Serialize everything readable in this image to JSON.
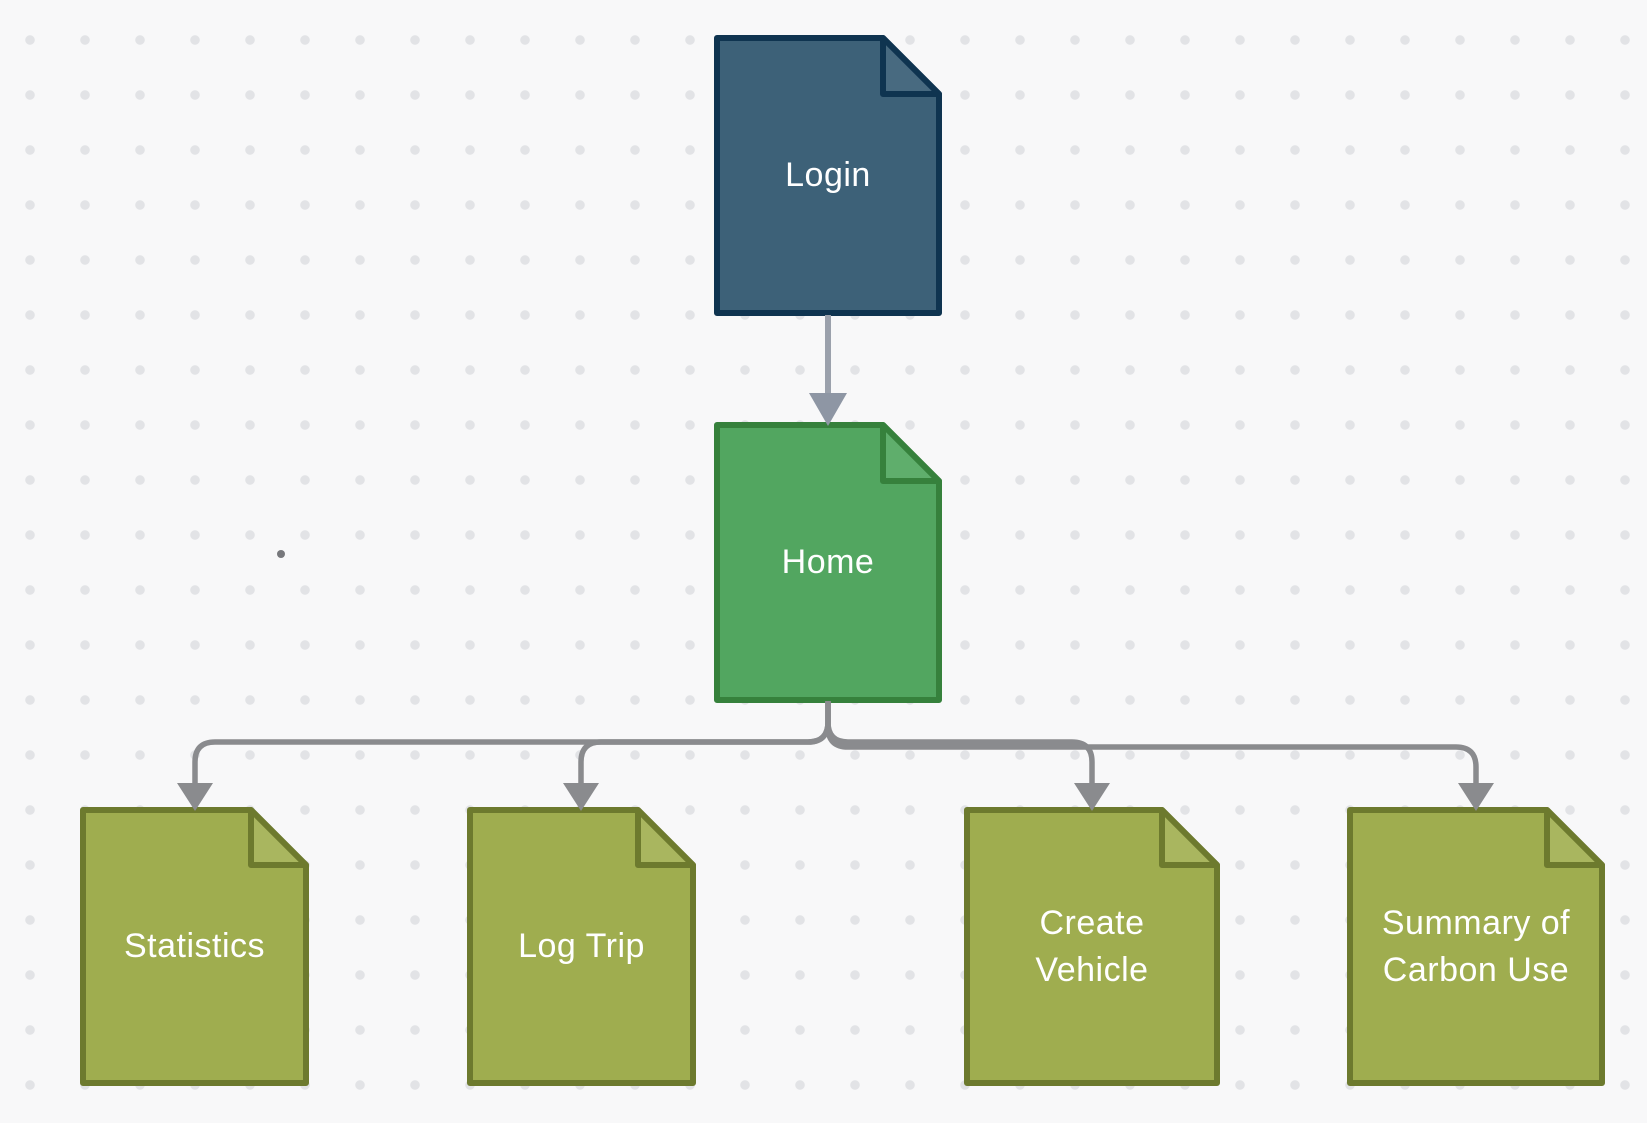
{
  "diagram": {
    "type": "sitemap-flowchart",
    "background_color": "#f8f8f9",
    "grid_dot_color": "#e2e3e6",
    "connector_color": "#8a8b8e",
    "login_connector_color": "#9ba1ac",
    "nodes": {
      "login": {
        "label": "Login",
        "shape": "note-document",
        "fill": "#3d6178",
        "fold_fill": "#486a80",
        "border": "#0f3450",
        "text_color": "#ffffff"
      },
      "home": {
        "label": "Home",
        "shape": "note-document",
        "fill": "#52a660",
        "fold_fill": "#5fae6c",
        "border": "#36813c",
        "text_color": "#ffffff"
      },
      "statistics": {
        "label": "Statistics",
        "shape": "note-document",
        "fill": "#9fad4f",
        "fold_fill": "#a9b65f",
        "border": "#6d7a2e",
        "text_color": "#ffffff"
      },
      "log_trip": {
        "label": "Log Trip",
        "shape": "note-document",
        "fill": "#9fad4f",
        "fold_fill": "#a9b65f",
        "border": "#6d7a2e",
        "text_color": "#ffffff"
      },
      "create_vehicle": {
        "label": "Create Vehicle",
        "shape": "note-document",
        "fill": "#9fad4f",
        "fold_fill": "#a9b65f",
        "border": "#6d7a2e",
        "text_color": "#ffffff"
      },
      "summary": {
        "label": "Summary of Carbon Use",
        "shape": "note-document",
        "fill": "#9fad4f",
        "fold_fill": "#a9b65f",
        "border": "#6d7a2e",
        "text_color": "#ffffff"
      }
    },
    "edges": [
      {
        "from": "Login",
        "to": "Home"
      },
      {
        "from": "Home",
        "to": "Statistics"
      },
      {
        "from": "Home",
        "to": "Log Trip"
      },
      {
        "from": "Home",
        "to": "Create Vehicle"
      },
      {
        "from": "Home",
        "to": "Summary of Carbon Use"
      }
    ]
  }
}
